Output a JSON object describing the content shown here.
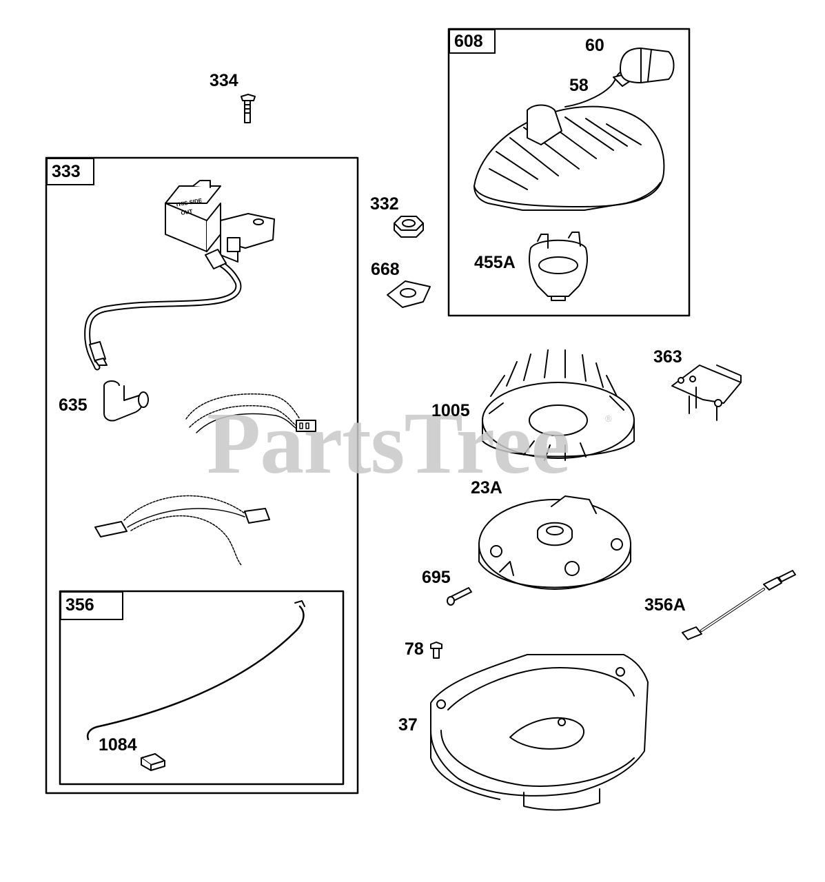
{
  "watermark": "PartsTree",
  "trademark": "®",
  "groups": {
    "g333": "333",
    "g356": "356",
    "g608": "608"
  },
  "labels": {
    "p334": "334",
    "p332": "332",
    "p668": "668",
    "p635": "635",
    "p1084": "1084",
    "p60": "60",
    "p58": "58",
    "p455A": "455A",
    "p363": "363",
    "p1005": "1005",
    "p23A": "23A",
    "p695": "695",
    "p356A": "356A",
    "p78": "78",
    "p37": "37"
  },
  "coil_print": [
    "THIS SIDE",
    "OUT"
  ]
}
